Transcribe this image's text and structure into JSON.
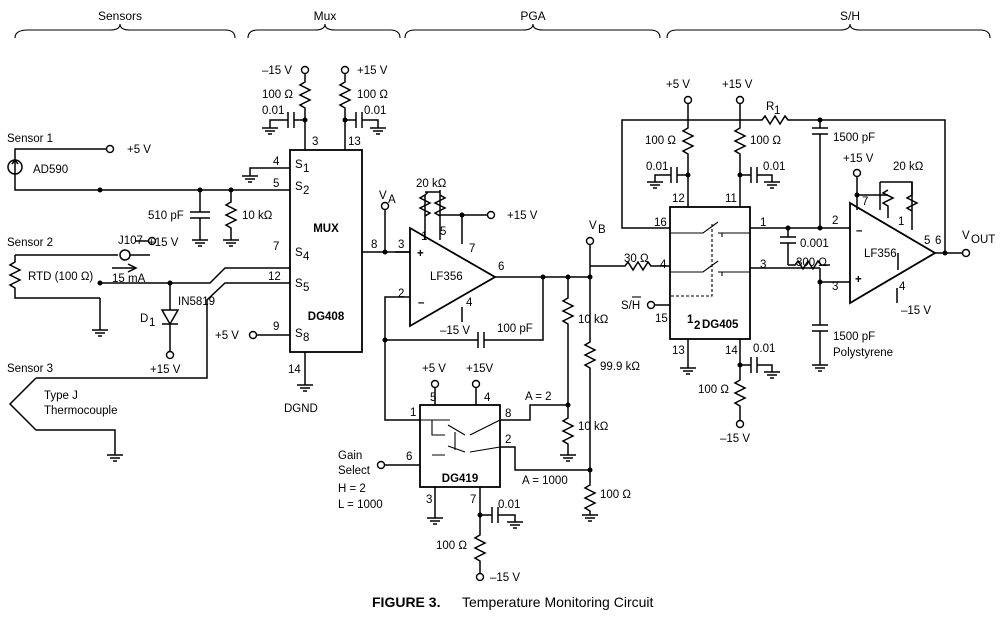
{
  "sections": {
    "sensors": "Sensors",
    "mux": "Mux",
    "pga": "PGA",
    "sh": "S/H"
  },
  "caption": {
    "prefix": "FIGURE  3.",
    "text": "Temperature Monitoring Circuit"
  },
  "sensors": {
    "sensor1": "Sensor 1",
    "ad590": "AD590",
    "plus5v": "+5 V",
    "cap510": "510 pF",
    "res10k": "10 kΩ",
    "sensor2": "Sensor 2",
    "j107": "J107",
    "plus15v": "+15 V",
    "rtd": "RTD (100 Ω)",
    "ma15": "15 mA",
    "in5819": "IN5819",
    "d1": "D",
    "d1sub": "1",
    "plus15v_b": "+15 V",
    "sensor3": "Sensor 3",
    "typej": "Type J",
    "thermocouple": "Thermocouple"
  },
  "mux": {
    "name": "MUX",
    "part": "DG408",
    "minus15v": "–15 V",
    "plus15v": "+15 V",
    "r100a": "100 Ω",
    "r100b": "100 Ω",
    "c001a": "0.01",
    "c001b": "0.01",
    "pin3": "3",
    "pin13": "13",
    "pin4": "4",
    "pin5": "5",
    "pin7": "7",
    "pin12": "12",
    "pin9": "9",
    "pin8": "8",
    "pin14": "14",
    "s1": "S",
    "s1sub": "1",
    "s2": "S",
    "s2sub": "2",
    "s4": "S",
    "s4sub": "4",
    "s5": "S",
    "s5sub": "5",
    "s8": "S",
    "s8sub": "8",
    "plus5v": "+5 V",
    "dgnd": "DGND"
  },
  "pga": {
    "va": "V",
    "vasub": "A",
    "r20k": "20 kΩ",
    "plus15v": "+15 V",
    "opamp": "LF356",
    "pin3": "3",
    "pin2": "2",
    "pin7": "7",
    "pin6": "6",
    "pin4": "4",
    "pin1": "1",
    "pin5": "5",
    "minus15v": "–15 V",
    "c100p": "100 pF",
    "r10k_top": "10 kΩ",
    "r10k_bot": "10 kΩ",
    "gain_a2": "A = 2",
    "gain_a1000": "A = 1000",
    "dg419": "DG419",
    "plus5v": "+5 V",
    "plus15v_b": "+15V",
    "gain_select": "Gain",
    "gain_select2": "Select",
    "h2": "H = 2",
    "l1000": "L = 1000",
    "pin_d5": "5",
    "pin_d4": "4",
    "pin_d1": "1",
    "pin_d8": "8",
    "pin_d6": "6",
    "pin_d2": "2",
    "pin_d3": "3",
    "pin_d7": "7",
    "c001": "0.01",
    "r100": "100 Ω",
    "minus15v_b": "–15 V",
    "vb": "V",
    "vbsub": "B",
    "r999k": "99.9 kΩ",
    "r100ohm": "100 Ω"
  },
  "sh": {
    "plus5v": "+5 V",
    "plus15v": "+15 V",
    "r1": "R",
    "r1sub": "1",
    "c1500": "1500 pF",
    "c1500b": "1500 pF",
    "polystyrene": "Polystyrene",
    "r100a": "100 Ω",
    "r100b": "100 Ω",
    "c001a": "0.01",
    "c001b": "0.01",
    "pin12": "12",
    "pin11": "11",
    "pin16": "16",
    "pin1": "1",
    "pin4": "4",
    "pin3": "3",
    "pin15": "15",
    "pin13": "13",
    "pin14": "14",
    "r30": "30 Ω",
    "sh_label": "S/H",
    "dg405_half": "1",
    "dg405_half2": "2",
    "dg405": "DG405",
    "c0001": "0.001",
    "r300": "300 Ω",
    "opamp": "LF356",
    "plus15v_op": "+15 V",
    "r20k": "20 kΩ",
    "op_pin7": "7",
    "op_pin1": "1",
    "op_pin2": "2",
    "op_pin3": "3",
    "op_pin5": "5",
    "op_pin6": "6",
    "op_pin4": "4",
    "minus15v_op": "–15 V",
    "vout": "V",
    "voutsub": "OUT",
    "c001c": "0.01",
    "r100c": "100 Ω",
    "minus15v": "–15 V"
  }
}
